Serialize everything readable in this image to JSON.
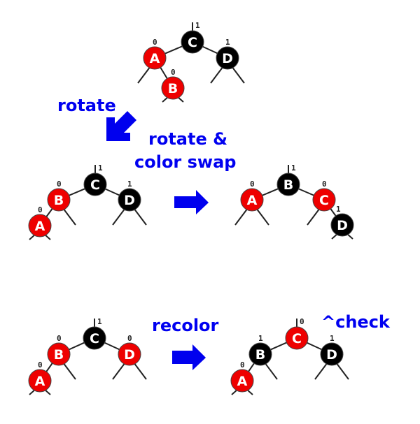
{
  "colors": {
    "red": "#ee0000",
    "black": "#000000",
    "label": "#0000f0",
    "arrow": "#0000ee",
    "edge": "#222222"
  },
  "labels": {
    "rotate": "rotate",
    "rotate_swap_1": "rotate &",
    "rotate_swap_2": "color swap",
    "recolor": "recolor",
    "check": "^check"
  },
  "trees": [
    {
      "id": "tree-initial",
      "nodes": [
        {
          "key": "C",
          "color": "black",
          "height": "1",
          "root": true
        },
        {
          "key": "A",
          "color": "red",
          "height": "0"
        },
        {
          "key": "D",
          "color": "black",
          "height": "1"
        },
        {
          "key": "B",
          "color": "red",
          "height": "0"
        }
      ]
    },
    {
      "id": "tree-after-rotate",
      "nodes": [
        {
          "key": "C",
          "color": "black",
          "height": "1",
          "root": true
        },
        {
          "key": "B",
          "color": "red",
          "height": "0"
        },
        {
          "key": "D",
          "color": "black",
          "height": "1"
        },
        {
          "key": "A",
          "color": "red",
          "height": "0"
        }
      ]
    },
    {
      "id": "tree-after-rotate-swap",
      "nodes": [
        {
          "key": "B",
          "color": "black",
          "height": "1",
          "root": true
        },
        {
          "key": "A",
          "color": "red",
          "height": "0"
        },
        {
          "key": "C",
          "color": "red",
          "height": "0"
        },
        {
          "key": "D",
          "color": "black",
          "height": "1"
        }
      ]
    },
    {
      "id": "tree-before-recolor",
      "nodes": [
        {
          "key": "C",
          "color": "black",
          "height": "1",
          "root": true
        },
        {
          "key": "B",
          "color": "red",
          "height": "0"
        },
        {
          "key": "D",
          "color": "red",
          "height": "0"
        },
        {
          "key": "A",
          "color": "red",
          "height": "0"
        }
      ]
    },
    {
      "id": "tree-after-recolor",
      "nodes": [
        {
          "key": "C",
          "color": "red",
          "height": "0",
          "root": true
        },
        {
          "key": "B",
          "color": "black",
          "height": "1"
        },
        {
          "key": "D",
          "color": "black",
          "height": "1"
        },
        {
          "key": "A",
          "color": "red",
          "height": "0"
        }
      ]
    }
  ]
}
